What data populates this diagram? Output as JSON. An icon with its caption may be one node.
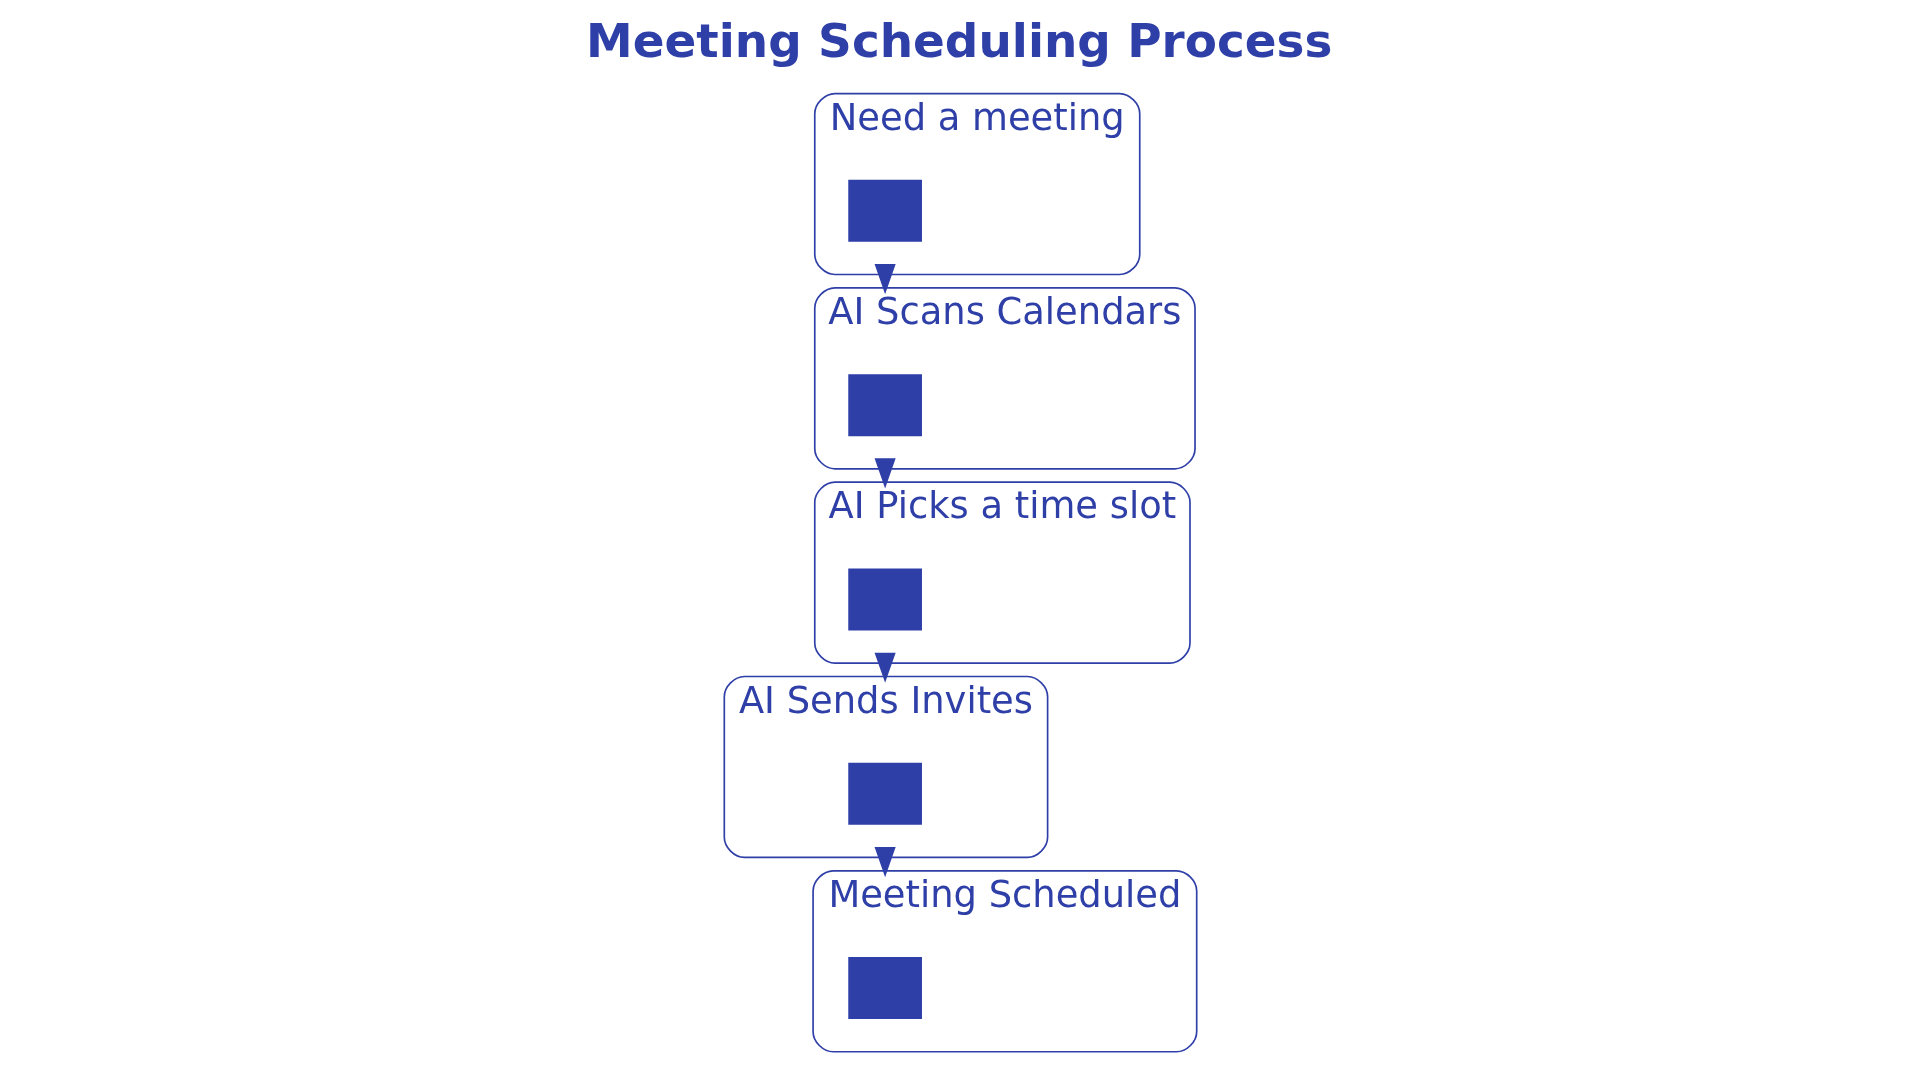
{
  "diagram": {
    "title": "Meeting Scheduling Process",
    "nodes": [
      {
        "text": [
          "Need a meeting"
        ]
      },
      {
        "text": [],
        "shape": "box",
        "in": 0
      },
      {
        "text": [
          "AI Scans Calendars"
        ]
      },
      {
        "text": [],
        "shape": "box",
        "in": 2
      },
      {
        "text": [
          "AI Picks a time slot"
        ]
      },
      {
        "text": [],
        "shape": "box",
        "in": 4
      },
      {
        "text": [
          "AI Sends Invites"
        ]
      },
      {
        "text": [],
        "shape": "box",
        "in": 6
      },
      {
        "text": [
          "Meeting Scheduled"
        ]
      },
      {
        "text": [],
        "shape": "box",
        "in": 8
      }
    ],
    "edges": [
      {
        "from": 0,
        "to": 2,
        "arrow": "to"
      },
      {
        "from": 2,
        "to": 4,
        "arrow": "to"
      },
      {
        "from": 4,
        "to": 6,
        "arrow": "to"
      },
      {
        "from": 6,
        "to": 8,
        "arrow": "to"
      }
    ]
  }
}
